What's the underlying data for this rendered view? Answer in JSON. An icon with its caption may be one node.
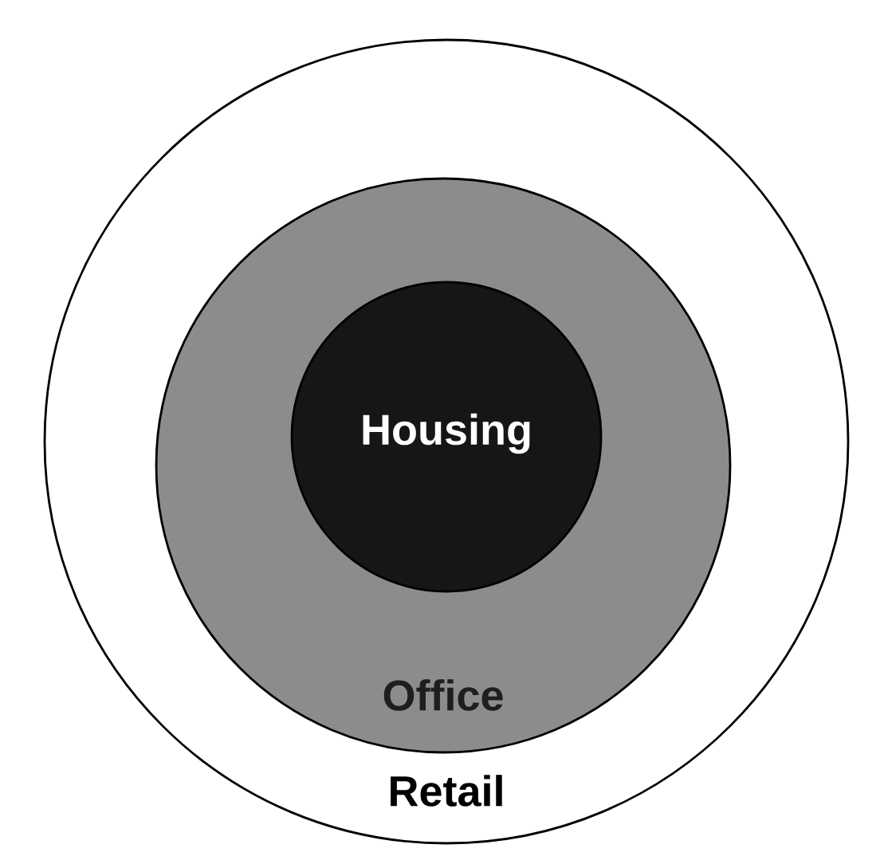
{
  "diagram": {
    "nodes": [
      {
        "text": [
          "Retail"
        ]
      },
      {
        "text": [
          "Office"
        ],
        "in": 0
      },
      {
        "text": [
          "Housing"
        ],
        "in": 1
      }
    ]
  }
}
